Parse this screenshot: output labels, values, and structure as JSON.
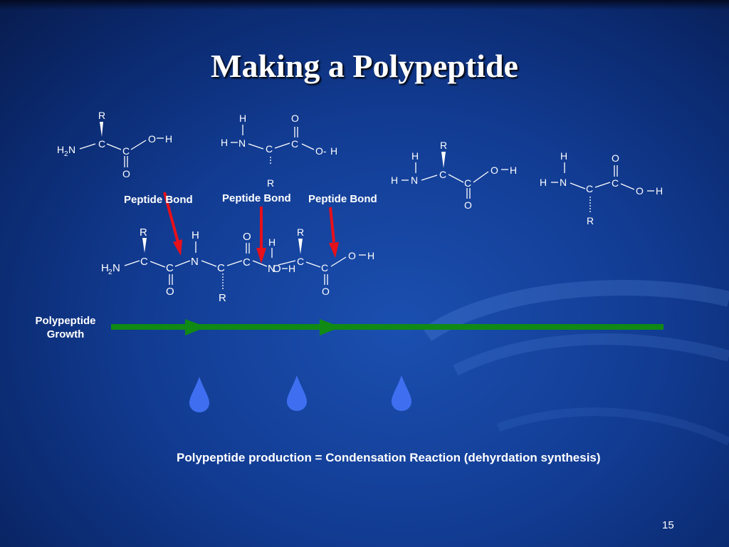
{
  "slide": {
    "title": "Making a Polypeptide",
    "page_number": "15"
  },
  "labels": {
    "bond1": "Peptide Bond",
    "bond2": "Peptide Bond",
    "bond3": "Peptide Bond",
    "growth": "Polypeptide Growth",
    "bottom": "Polypeptide production = Condensation Reaction (dehyrdation synthesis)"
  },
  "atoms": {
    "R": "R",
    "C": "C",
    "O": "O",
    "H": "H",
    "N": "N",
    "NH2_prefix": "H",
    "NH2_sub": "2",
    "NH2_suffix": "N",
    "O_dash": "O-"
  },
  "colors": {
    "arrow_red": "#e8101a",
    "growth_green": "#108a14",
    "water_drop": "#3f6ff0",
    "text": "#ffffff"
  },
  "icons": {
    "water_drop": "water-drop-icon",
    "arrow": "red-arrow-icon"
  }
}
